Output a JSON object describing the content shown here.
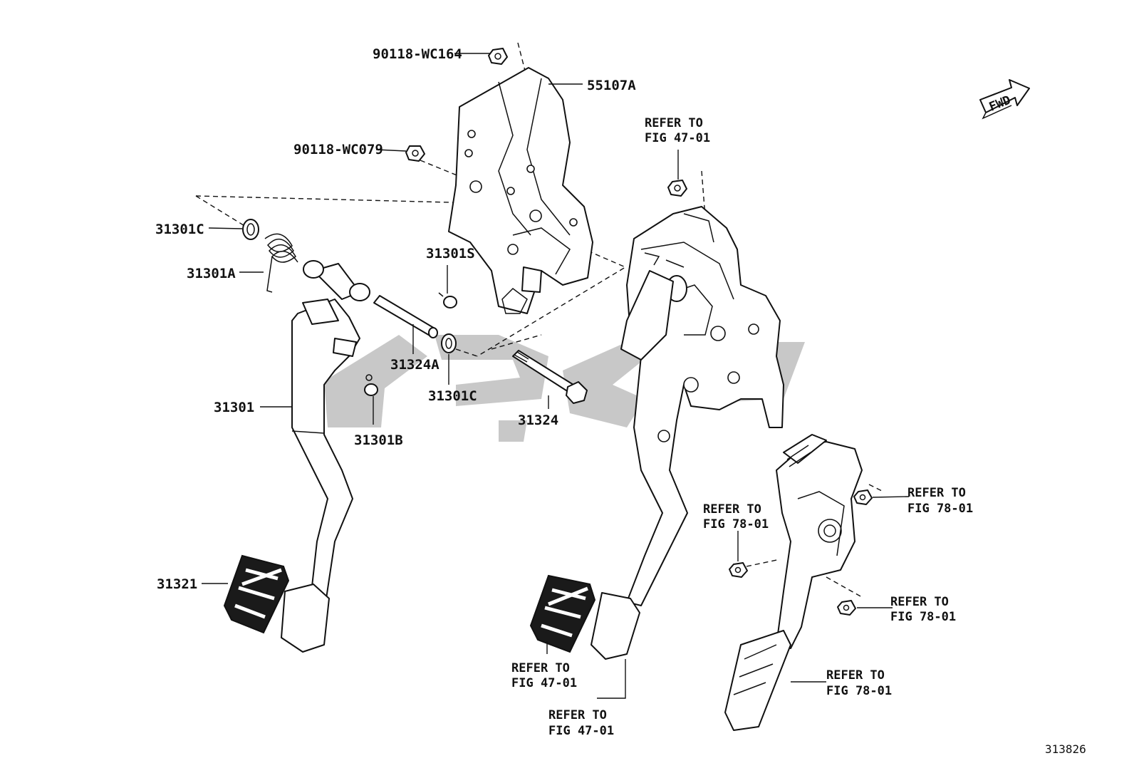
{
  "labels": {
    "p90118_wc164": "90118-WC164",
    "p55107a": "55107A",
    "p90118_wc079": "90118-WC079",
    "p31301c_top": "31301C",
    "p31301a": "31301A",
    "p31301s": "31301S",
    "p31324a": "31324A",
    "p31301c_bottom": "31301C",
    "p31301": "31301",
    "p31301b": "31301B",
    "p31324": "31324",
    "p31321": "31321"
  },
  "refs": {
    "ref_line1": "REFER TO",
    "fig_47_01": "FIG 47-01",
    "fig_78_01": "FIG 78-01"
  },
  "direction": {
    "label": "FWD"
  },
  "diagram_number": "313826",
  "colors": {
    "line": "#111111",
    "watermark": "#9a9a9a",
    "background": "#ffffff"
  }
}
